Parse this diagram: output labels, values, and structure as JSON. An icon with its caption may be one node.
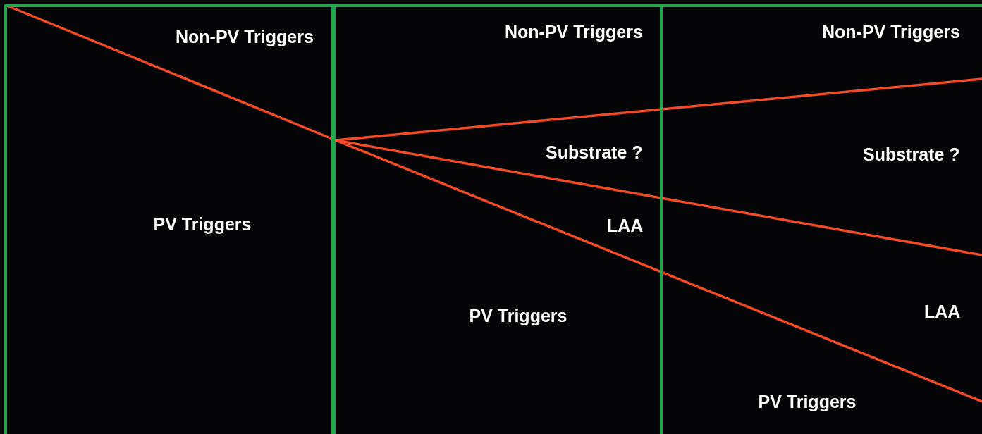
{
  "diagram": {
    "nodes": [
      {
        "text": [
          "Non-PV Triggers",
          "PV Triggers"
        ]
      },
      {
        "text": [
          "Non-PV Triggers",
          "Substrate ?",
          "LAA",
          "PV Triggers"
        ]
      },
      {
        "text": [
          "Non-PV Triggers",
          "Substrate ?",
          "LAA",
          "PV Triggers"
        ]
      }
    ]
  }
}
